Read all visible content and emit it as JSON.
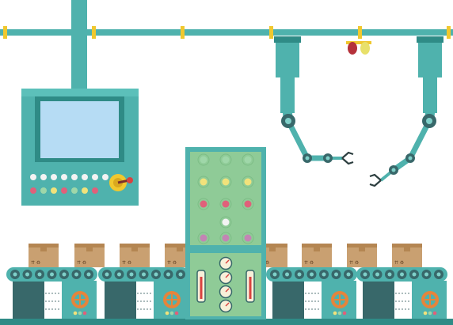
{
  "scene": {
    "palette": {
      "teal": "#4fb2ad",
      "teal_dark": "#2f8b86",
      "teal_light": "#7fd0c9",
      "steel": "#38686a",
      "screen": "#b6dcf4",
      "yellow": "#f0c82e",
      "red": "#d9423f",
      "box": "#c9a071",
      "box_dark": "#b48652",
      "cabinet_green": "#8fcb97",
      "gauge_face": "#f7f0d9"
    },
    "rail_brackets": 6,
    "control_panel": {
      "button_rows": [
        [
          "#f3f3f3",
          "#f3f3f3",
          "#f3f3f3",
          "#f3f3f3",
          "#f3f3f3",
          "#f3f3f3",
          "#f3f3f3",
          "#f3f3f3"
        ],
        [
          "#e0607a",
          "#9fd7a9",
          "#f1e27b",
          "#e0607a",
          "#9fd7a9",
          "#f1e27b",
          "#e0607a"
        ]
      ],
      "joystick_icon": "joystick-icon"
    },
    "cabinet": {
      "indicator_rows": [
        [
          "#9fd7a9",
          "#9fd7a9",
          "#9fd7a9"
        ],
        [
          "#f1e27b",
          "#f1e27b",
          "#f1e27b"
        ],
        [
          "#e0607a",
          "#e0607a",
          "#e0607a"
        ],
        [
          "#f3f3f3"
        ],
        [
          "#c384b4",
          "#c384b4",
          "#c384b4"
        ]
      ],
      "gauge_count": 4,
      "thermometer_count": 2
    },
    "conveyors": {
      "segment_count": 4,
      "rollers_per_segment": 7,
      "boxes": 9,
      "gear_icon": "gear-icon",
      "pipe_icon": "pipe-icon"
    },
    "robot_arms": {
      "count": 2,
      "signal_lights": [
        "#b5313a",
        "#e8e06a"
      ]
    }
  }
}
